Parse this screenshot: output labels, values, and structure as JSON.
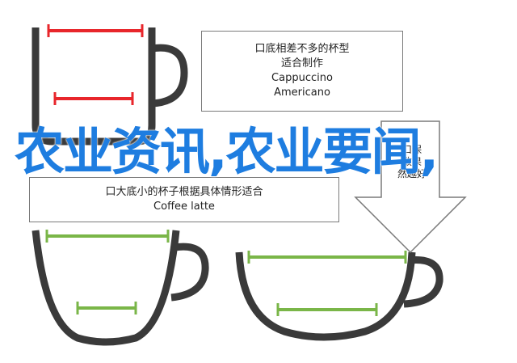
{
  "headline": "农业资讯,农业要闻,",
  "box_top": {
    "lines": [
      "口底相差不多的杯型",
      "适合制作",
      "Cappuccino",
      "Americano"
    ]
  },
  "box_bottom": {
    "lines": [
      "口大底小的杯子根据具体情形适合",
      "Coffee latte"
    ]
  },
  "arrow_box": {
    "lines": [
      "口保",
      "致果",
      "然越好"
    ]
  },
  "colors": {
    "cup_outline": "#3a3a3a",
    "red_marker": "#e8262b",
    "green_marker": "#7ab648",
    "headline": "#1e7de0"
  }
}
